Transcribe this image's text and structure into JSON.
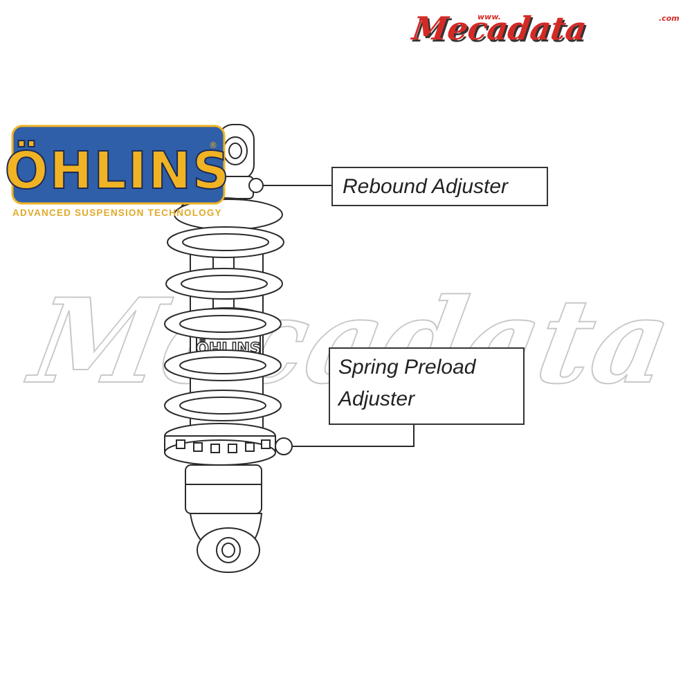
{
  "watermark": {
    "text": "Mecadata",
    "site_prefix": "www.",
    "site_suffix": ".com"
  },
  "brand": {
    "name": "ÖHLINS",
    "tagline": "ADVANCED SUSPENSION TECHNOLOGY",
    "reg_mark": "®",
    "color_blue": "#2f5fa8",
    "color_gold": "#f0b323"
  },
  "part": {
    "body_engraving": "ÖHLINS"
  },
  "callouts": {
    "rebound": {
      "label": "Rebound Adjuster"
    },
    "preload": {
      "line1": "Spring Preload",
      "line2": "Adjuster"
    }
  },
  "colors": {
    "watermark_red": "#d42a26",
    "line": "#2a2a2a"
  }
}
